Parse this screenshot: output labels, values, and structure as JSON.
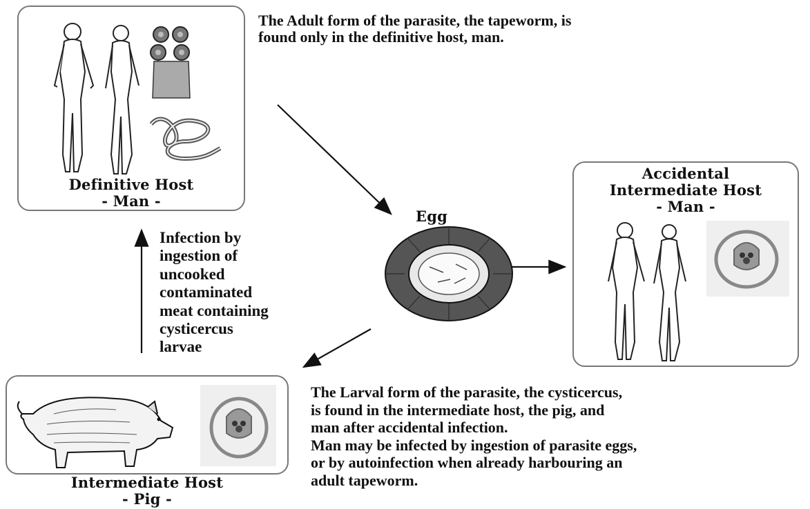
{
  "definitive": {
    "title": "Definitive Host",
    "sub": "- Man -"
  },
  "accidental": {
    "line1": "Accidental",
    "line2": "Intermediate Host",
    "sub": "- Man -"
  },
  "intermediate": {
    "title": "Intermediate Host",
    "sub": "- Pig -"
  },
  "egg": {
    "label": "Egg"
  },
  "adult_note": {
    "line1": "The Adult form of the parasite, the tapeworm, is",
    "line2": "found only in the definitive host, man."
  },
  "infection_note": {
    "lines": [
      "Infection by",
      "ingestion of",
      "uncooked",
      "contaminated",
      "meat containing",
      "cysticercus",
      "larvae"
    ]
  },
  "larval_note": {
    "lines": [
      "The Larval form of the parasite, the cysticercus,",
      "is found in the intermediate host, the pig, and",
      "man after accidental infection.",
      "Man may be infected by ingestion of parasite eggs,",
      "or by autoinfection when already harbouring an",
      "adult tapeworm."
    ]
  }
}
